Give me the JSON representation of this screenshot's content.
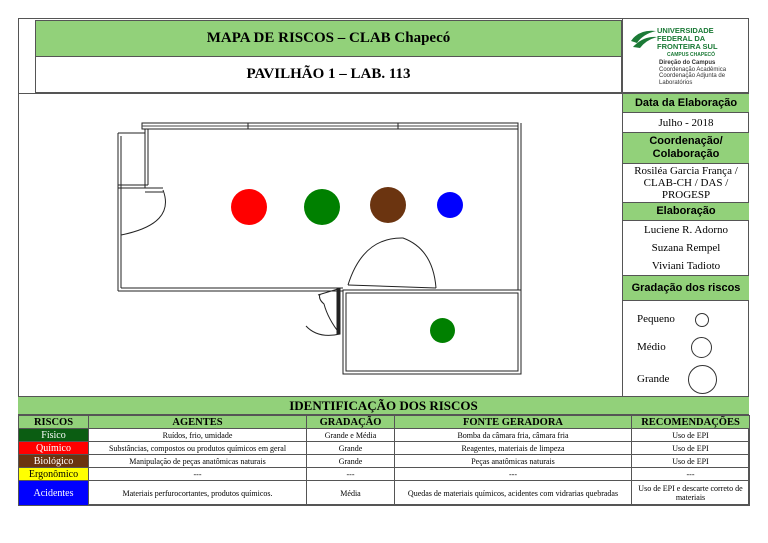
{
  "header": {
    "title": "MAPA DE RISCOS – CLAB Chapecó",
    "subtitle": "PAVILHÃO 1 – LAB. 113"
  },
  "logo": {
    "name_line1": "UNIVERSIDADE",
    "name_line2": "FEDERAL DA",
    "name_line3": "FRONTEIRA SUL",
    "campus": "CAMPUS CHAPECÓ",
    "dir_line1": "Direção do Campus",
    "dir_line2": "Coordenação Acadêmica",
    "dir_line3": "Coordenação Adjunta de",
    "dir_line4": "Laboratórios"
  },
  "sidebar": {
    "date_heading": "Data da Elaboração",
    "date_value": "Julho - 2018",
    "coord_heading": "Coordenação/ Colaboração",
    "coord_value": "Rosiléa Garcia França  / CLAB-CH / DAS / PROGESP",
    "elab_heading": "Elaboração",
    "elaborators": [
      "Luciene R. Adorno",
      "Suzana Rempel",
      "Viviani Tadioto"
    ],
    "grad_heading": "Gradação dos riscos",
    "grad_small": "Pequeno",
    "grad_medium": "Médio",
    "grad_large": "Grande"
  },
  "risk_circles": [
    {
      "risk": "Químico",
      "color": "#ff0000",
      "size": "Grande"
    },
    {
      "risk": "Físico",
      "color": "#008000",
      "size": "Grande"
    },
    {
      "risk": "Biológico",
      "color": "#6b3410",
      "size": "Grande"
    },
    {
      "risk": "Acidentes",
      "color": "#0000ff",
      "size": "Médio"
    },
    {
      "risk": "Físico",
      "color": "#008000",
      "size": "Médio"
    }
  ],
  "identification": {
    "title": "IDENTIFICAÇÃO DOS RISCOS",
    "headers": [
      "RISCOS",
      "AGENTES",
      "GRADAÇÃO",
      "FONTE GERADORA",
      "RECOMENDAÇÕES"
    ],
    "rows": [
      {
        "risk": "Físico",
        "color": "#0b5d12",
        "text_color": "#ffffff",
        "agents": "Ruídos, frio, umidade",
        "grade": "Grande e Média",
        "source": "Bomba da câmara fria, câmara fria",
        "rec": "Uso de EPI"
      },
      {
        "risk": "Químico",
        "color": "#ff0000",
        "text_color": "#ffffff",
        "agents": "Substâncias, compostos ou produtos químicos em geral",
        "grade": "Grande",
        "source": "Reagentes, materiais de limpeza",
        "rec": "Uso de EPI"
      },
      {
        "risk": "Biológico",
        "color": "#6b3410",
        "text_color": "#ffffff",
        "agents": "Manipulação de peças anatômicas naturais",
        "grade": "Grande",
        "source": "Peças anatômicas naturais",
        "rec": "Uso de EPI"
      },
      {
        "risk": "Ergonômico",
        "color": "#ffff00",
        "text_color": "#000000",
        "agents": "---",
        "grade": "---",
        "source": "---",
        "rec": "---"
      },
      {
        "risk": "Acidentes",
        "color": "#0000ff",
        "text_color": "#ffffff",
        "agents": "Materiais perfurocortantes, produtos químicos.",
        "grade": "Média",
        "source": "Quedas de materiais químicos, acidentes com vidrarias quebradas",
        "rec": "Uso de EPI e descarte correto de materiais"
      }
    ]
  }
}
